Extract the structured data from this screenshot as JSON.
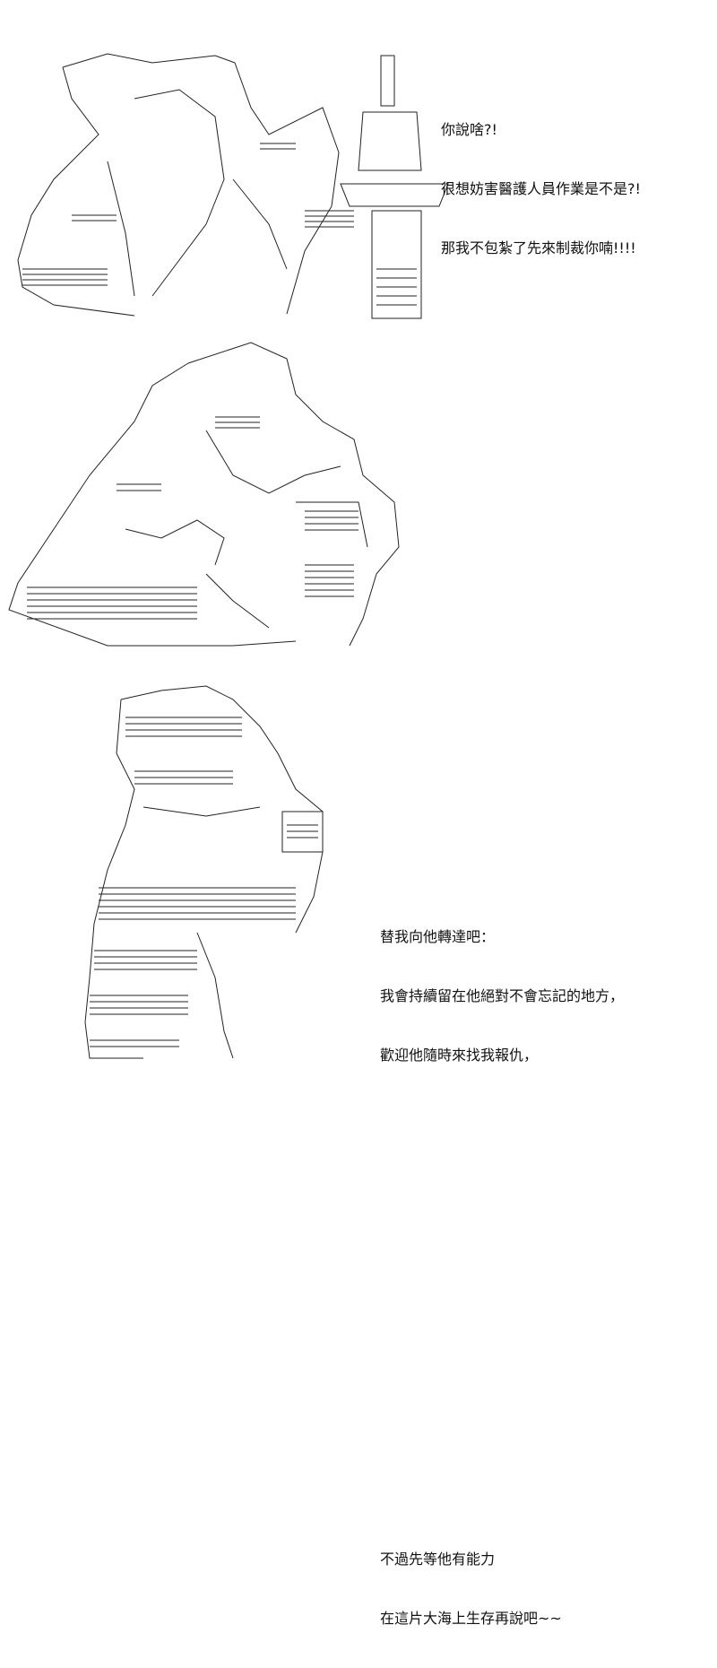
{
  "panels": [
    {
      "dialogue": [
        "你說啥?!",
        "很想妨害醫護人員作業是不是?!",
        "那我不包紮了先來制裁你喃!!!!"
      ]
    },
    {
      "dialogue": [
        "替我向他轉達吧：",
        "我會持續留在他絕對不會忘記的地方，",
        "歡迎他隨時來找我報仇，"
      ]
    },
    {
      "dialogue": [
        "不過先等他有能力",
        "在這片大海上生存再說吧~~"
      ]
    }
  ]
}
